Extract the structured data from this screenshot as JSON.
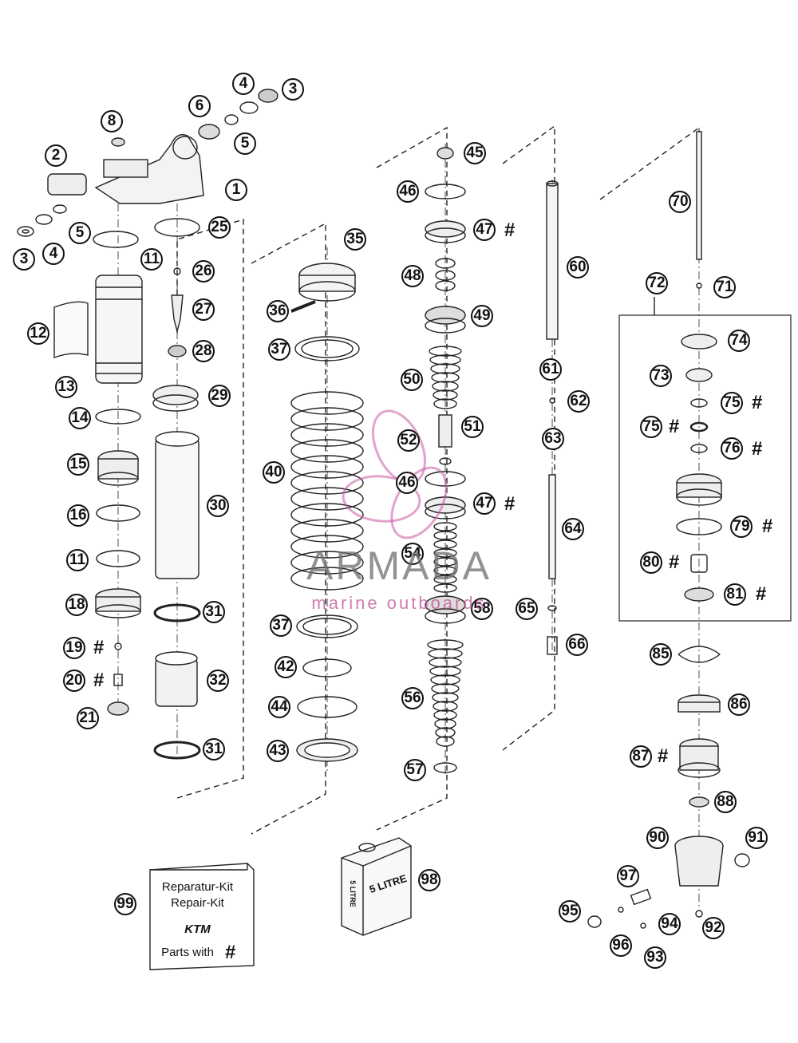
{
  "diagram": {
    "part_labels": [
      "1",
      "2",
      "3",
      "3",
      "4",
      "4",
      "5",
      "5",
      "6",
      "8",
      "11",
      "11",
      "12",
      "13",
      "14",
      "15",
      "16",
      "18",
      "19",
      "20",
      "21",
      "25",
      "26",
      "27",
      "28",
      "29",
      "30",
      "31",
      "31",
      "32",
      "35",
      "36",
      "37",
      "37",
      "40",
      "42",
      "43",
      "44",
      "45",
      "46",
      "46",
      "47",
      "47",
      "48",
      "49",
      "50",
      "51",
      "52",
      "54",
      "56",
      "57",
      "58",
      "60",
      "61",
      "62",
      "63",
      "64",
      "65",
      "66",
      "70",
      "71",
      "72",
      "73",
      "74",
      "75",
      "75",
      "76",
      "79",
      "80",
      "81",
      "85",
      "86",
      "87",
      "88",
      "90",
      "91",
      "92",
      "93",
      "94",
      "95",
      "96",
      "97",
      "98",
      "99"
    ],
    "hash_marker": "#"
  },
  "repair_kit": {
    "line1": "Reparatur-Kit",
    "line2": "Repair-Kit",
    "brand": "KTM",
    "parts_text": "Parts with",
    "hash": "#"
  },
  "oil_can": {
    "label": "5 LITRE",
    "side_label": "5 LITRE"
  },
  "watermark": {
    "title": "ARMADA",
    "subtitle": "marine outboards"
  }
}
